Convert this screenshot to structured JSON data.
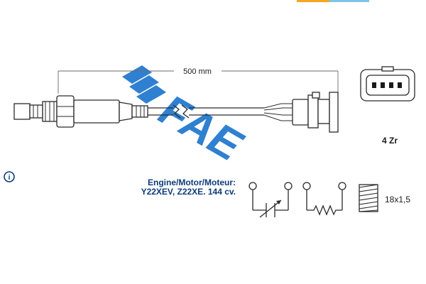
{
  "accent_colors": {
    "brand": "#2f80d0",
    "text_blue": "#0c3b7a",
    "orange_bar": "#f5a623",
    "cyan_bar": "#7fc4e8"
  },
  "dimension": {
    "length_label": "500 mm"
  },
  "brand": {
    "logo_text": "FAE"
  },
  "info": {
    "icon": "info-icon",
    "icon_glyph": "i"
  },
  "engine": {
    "label": "Engine/Motor/Moteur:",
    "codes": "Y22XEV, Z22XE. 144 cv."
  },
  "connector": {
    "pin_count": 4,
    "wires_label": "4 Zr"
  },
  "thread": {
    "spec": "18x1,5"
  },
  "symbols": [
    "variable-resistor-icon",
    "heater-resistor-icon",
    "thread-icon"
  ]
}
